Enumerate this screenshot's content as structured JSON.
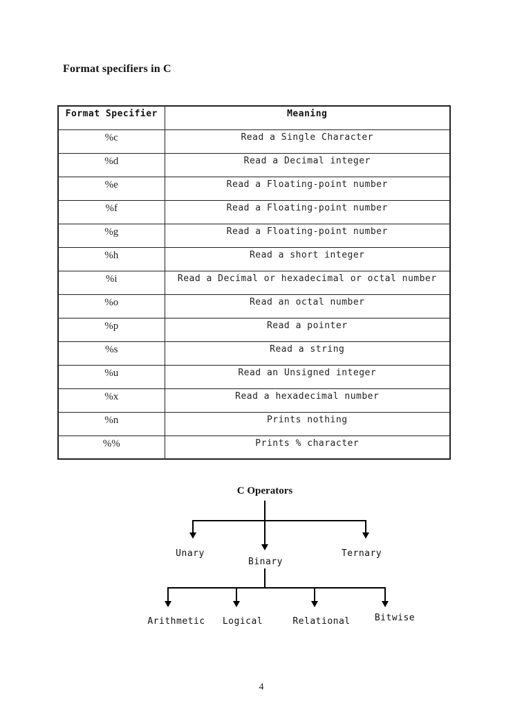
{
  "document": {
    "title": "Format specifiers in C",
    "page_number": "4"
  },
  "table": {
    "headers": [
      "Format Specifier",
      "Meaning"
    ],
    "rows": [
      {
        "specifier": "%c",
        "meaning": "Read a Single Character"
      },
      {
        "specifier": "%d",
        "meaning": "Read a Decimal integer"
      },
      {
        "specifier": "%e",
        "meaning": "Read a Floating-point number"
      },
      {
        "specifier": "%f",
        "meaning": "Read a Floating-point number"
      },
      {
        "specifier": "%g",
        "meaning": "Read a Floating-point number"
      },
      {
        "specifier": "%h",
        "meaning": "Read a short integer"
      },
      {
        "specifier": "%i",
        "meaning": "Read a Decimal or hexadecimal or octal number"
      },
      {
        "specifier": "%o",
        "meaning": "Read an octal number"
      },
      {
        "specifier": "%p",
        "meaning": "Read a pointer"
      },
      {
        "specifier": "%s",
        "meaning": "Read a string"
      },
      {
        "specifier": "%u",
        "meaning": "Read an Unsigned integer"
      },
      {
        "specifier": "%x",
        "meaning": "Read a hexadecimal number"
      },
      {
        "specifier": "%n",
        "meaning": "Prints nothing"
      },
      {
        "specifier": "%%",
        "meaning": "Prints % character"
      }
    ]
  },
  "diagram": {
    "title": "C Operators",
    "level1": [
      "Unary",
      "Binary",
      "Ternary"
    ],
    "level2": [
      "Arithmetic",
      "Logical",
      "Relational",
      "Bitwise"
    ],
    "line_color": "#000000"
  }
}
